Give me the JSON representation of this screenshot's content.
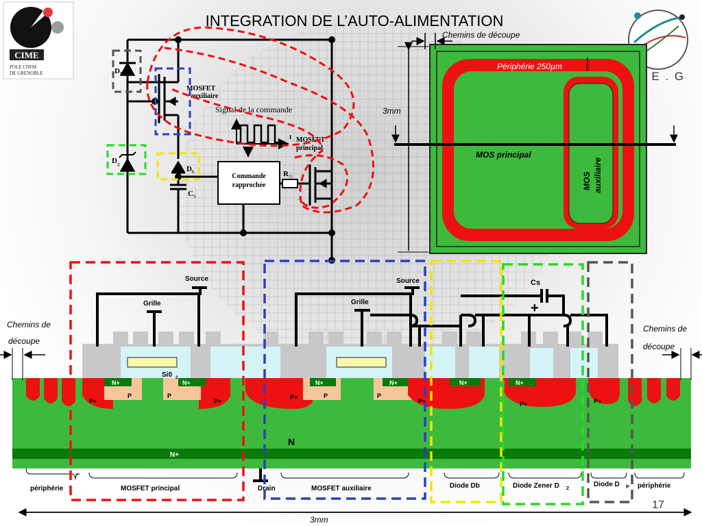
{
  "title": "INTEGRATION DE L’AUTO-ALIMENTATION",
  "logo_left": {
    "name": "CIME",
    "sub1": "POLE CNFM",
    "sub2": "DE GRENOBLE"
  },
  "logo_right": {
    "text": ". E . G"
  },
  "schematic": {
    "dp": "D",
    "dp_sub": "P",
    "mos_aux": "MOSFET",
    "mos_aux2": "auxiliaire",
    "signal": "Signal de la commande",
    "t": "t",
    "mos_principal": "MOSFET",
    "mos_principal2": "principal",
    "dz": "D",
    "dz_sub": "Z",
    "db": "D",
    "db_sub": "b",
    "cs": "C",
    "cs_sub": "S",
    "commande1": "Commande",
    "commande2": "rapprochée",
    "rg": "R",
    "rg_sub": "G"
  },
  "top_view": {
    "chemins": "Chemins de découpe",
    "peripherie": "Périphérie 250µm",
    "size": "3mm",
    "mos_principal": "MOS principal",
    "mos_aux1": "MOS",
    "mos_aux2": "auxiliaire"
  },
  "cross": {
    "source_left": "Source",
    "source_right": "Source",
    "grille_left": "Grille",
    "grille_right": "Grille",
    "cs": "Cs",
    "plus": "+",
    "sio2": "Si0",
    "sio2_sub": "2",
    "chemins_left1": "Chemins de",
    "chemins_left2": "découpe",
    "chemins_right1": "Chemins de",
    "chemins_right2": "découpe",
    "n": "N",
    "n_plus": "N+",
    "p_plus": "P+",
    "p": "P",
    "drain": "Drain",
    "regions": [
      "périphérie",
      "MOSFET principal",
      "MOSFET auxiliaire",
      "Diode Db",
      "Diode Zener D",
      "Diode D",
      "périphérie"
    ],
    "zener_sub": "Z",
    "dp_sub": "P",
    "width": "3mm"
  },
  "page_number": "17",
  "colors": {
    "green": "#3dba3d",
    "red": "#ee1111",
    "dark_green": "#0a7a0a",
    "oxide": "#c8c8c8",
    "cyan": "#d4f4f8",
    "peach": "#f4c69a"
  }
}
